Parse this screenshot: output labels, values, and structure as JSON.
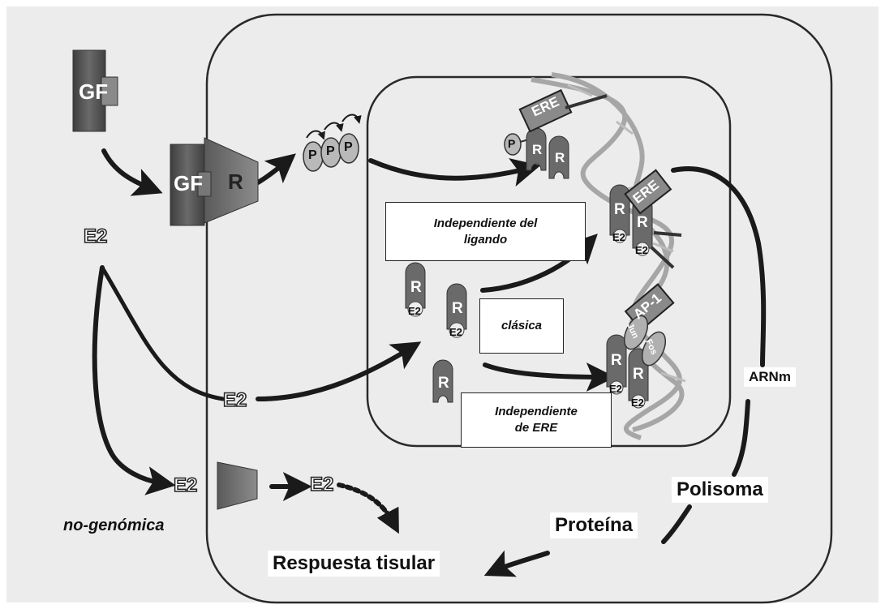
{
  "molecules": {
    "gf": "GF",
    "r": "R",
    "p": "P",
    "e2": "E2",
    "ere": "ERE",
    "ap1": "AP-1",
    "jun": "Jun",
    "fos": "Fos"
  },
  "boxes": {
    "ligand_independent": [
      "Independiente del",
      "ligando"
    ],
    "classic": "clásica",
    "ere_independent": [
      "Independiente",
      "de ERE"
    ]
  },
  "labels": {
    "non_genomic": "no-genómica",
    "mrna": "ARNm",
    "polysome": "Polisoma",
    "protein": "Proteína",
    "tissue_response": "Respuesta tisular"
  },
  "colors": {
    "background": "#ececec",
    "membrane": "#2a2a2a",
    "molecule_dark": "#555555",
    "molecule_mid": "#8a8a8a",
    "p_circle": "#b8b8b8",
    "dna": "#a8a8a8"
  }
}
